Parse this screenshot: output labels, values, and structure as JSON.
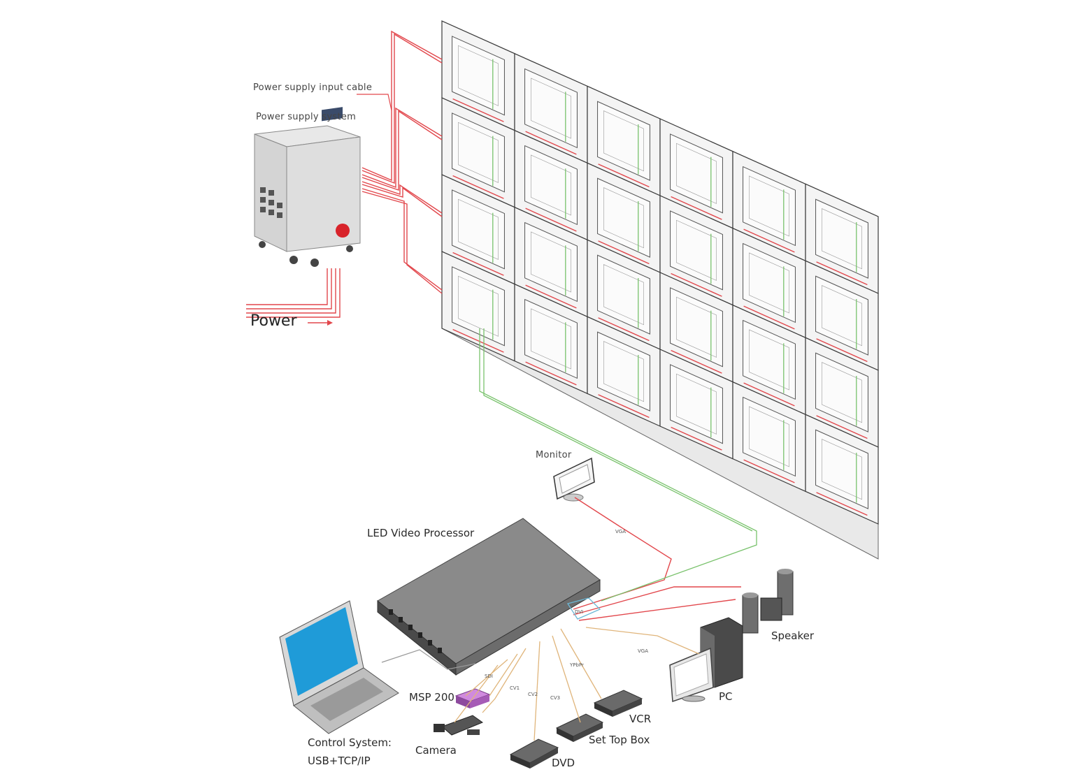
{
  "labels": {
    "power_supply_input_cable": "Power supply input cable",
    "power_supply_system": "Power supply system",
    "power": "Power",
    "monitor": "Monitor",
    "led_video_processor": "LED Video Processor",
    "speaker": "Speaker",
    "pc": "PC",
    "vcr": "VCR",
    "set_top_box": "Set Top Box",
    "dvd": "DVD",
    "camera": "Camera",
    "msp_200": "MSP 200",
    "control_system": "Control System:",
    "control_protocol": "USB+TCP/IP"
  },
  "cable_labels": {
    "vga_monitor": "VGA",
    "vga_pc": "VGA",
    "dvi": "DVI",
    "sdi": "SDI",
    "cv1": "CV1",
    "cv2": "CV2",
    "cv3": "CV3",
    "ypbpr": "YPbPr"
  },
  "led_wall": {
    "columns": 6,
    "rows": 4
  },
  "colors": {
    "power_cable": "#e2474c",
    "signal_cable": "#79c26c",
    "video_cable": "#e0b57b",
    "dvi_cable": "#6cb8d6",
    "laptop_screen": "#1f9bd8",
    "msp_box": "#b46cc4",
    "panel_frame": "#3a3a3a"
  },
  "icons": [
    "power-supply-cabinet-icon",
    "led-panel-icon",
    "monitor-icon",
    "video-processor-icon",
    "laptop-icon",
    "speaker-icon",
    "pc-tower-icon",
    "camera-icon",
    "vcr-icon",
    "set-top-box-icon",
    "dvd-icon",
    "msp-box-icon"
  ]
}
